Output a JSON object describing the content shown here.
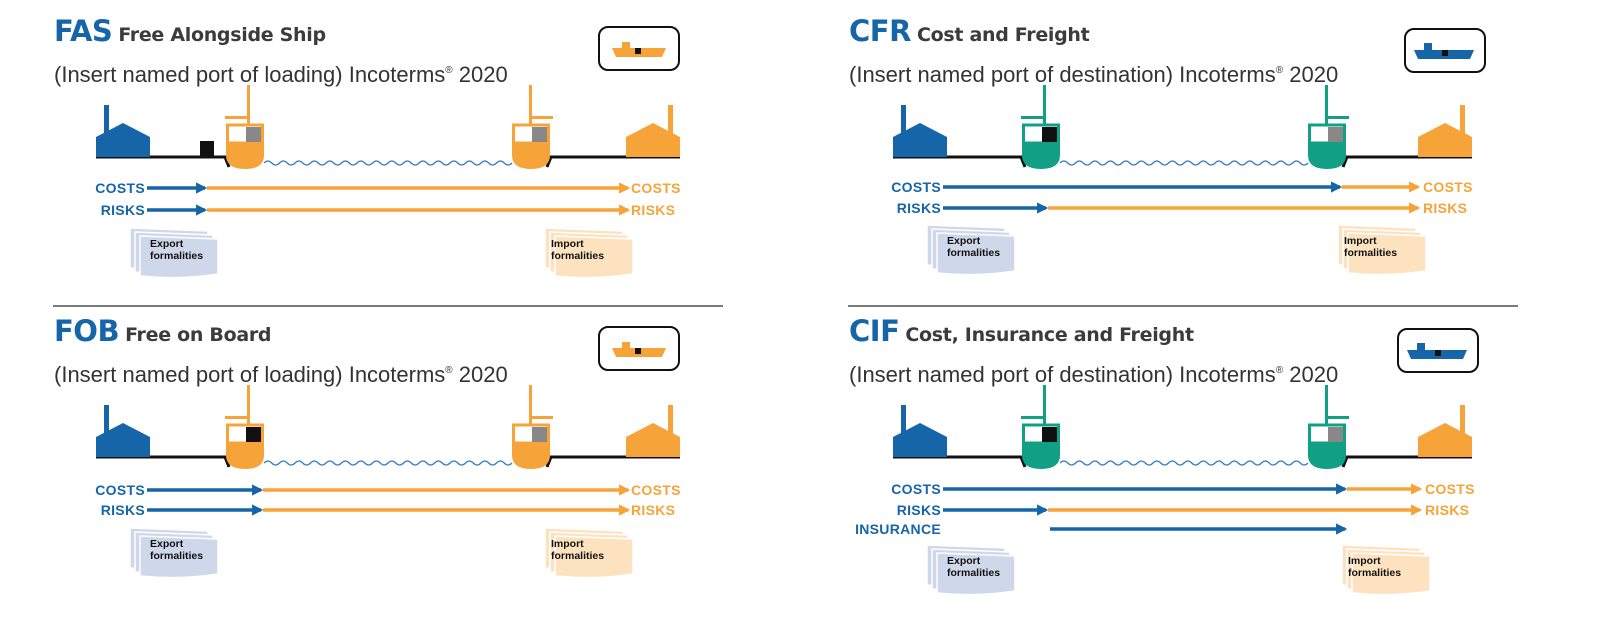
{
  "colors": {
    "seller_blue": "#1565a8",
    "buyer_orange": "#f6a43a",
    "ship_green": "#12a085",
    "export_doc": "#cfd7ea",
    "import_doc": "#fde2c0",
    "water": "#3a7fc0"
  },
  "panels": [
    {
      "id": "fas",
      "code": "FAS",
      "name": "Free Alongside Ship",
      "subtitle": "(Insert named port of loading) Incoterms",
      "reg": "®",
      "year": "2020",
      "transport_icon": "ship-icon",
      "ship_color": "orange",
      "goods_on_quay": true,
      "costs_transfer": "alongside ship at port of loading",
      "risks_transfer": "alongside ship at port of loading",
      "rows": {
        "costs": {
          "left": "COSTS",
          "right": "COSTS"
        },
        "risks": {
          "left": "RISKS",
          "right": "RISKS"
        }
      },
      "export_doc": [
        "Export",
        "formalities"
      ],
      "import_doc": [
        "Import",
        "formalities"
      ]
    },
    {
      "id": "cfr",
      "code": "CFR",
      "name": "Cost and Freight",
      "subtitle": "(Insert named port of destination) Incoterms",
      "reg": "®",
      "year": "2020",
      "transport_icon": "ship-icon",
      "ship_color": "green",
      "costs_transfer": "port of destination",
      "risks_transfer": "on board at port of loading",
      "rows": {
        "costs": {
          "left": "COSTS",
          "right": "COSTS"
        },
        "risks": {
          "left": "RISKS",
          "right": "RISKS"
        }
      },
      "export_doc": [
        "Export",
        "formalities"
      ],
      "import_doc": [
        "Import",
        "formalities"
      ]
    },
    {
      "id": "fob",
      "code": "FOB",
      "name": "Free on Board",
      "subtitle": "(Insert named port of loading) Incoterms",
      "reg": "®",
      "year": "2020",
      "transport_icon": "ship-icon",
      "ship_color": "orange",
      "costs_transfer": "on board at port of loading",
      "risks_transfer": "on board at port of loading",
      "rows": {
        "costs": {
          "left": "COSTS",
          "right": "COSTS"
        },
        "risks": {
          "left": "RISKS",
          "right": "RISKS"
        }
      },
      "export_doc": [
        "Export",
        "formalities"
      ],
      "import_doc": [
        "Import",
        "formalities"
      ]
    },
    {
      "id": "cif",
      "code": "CIF",
      "name": "Cost, Insurance and Freight",
      "subtitle": "(Insert named port of destination) Incoterms",
      "reg": "®",
      "year": "2020",
      "transport_icon": "ship-icon",
      "ship_color": "green",
      "costs_transfer": "port of destination",
      "risks_transfer": "on board at port of loading",
      "insurance": "port of loading to port of destination",
      "rows": {
        "costs": {
          "left": "COSTS",
          "right": "COSTS"
        },
        "risks": {
          "left": "RISKS",
          "right": "RISKS"
        },
        "insurance": {
          "left": "INSURANCE"
        }
      },
      "export_doc": [
        "Export",
        "formalities"
      ],
      "import_doc": [
        "Import",
        "formalities"
      ]
    }
  ]
}
